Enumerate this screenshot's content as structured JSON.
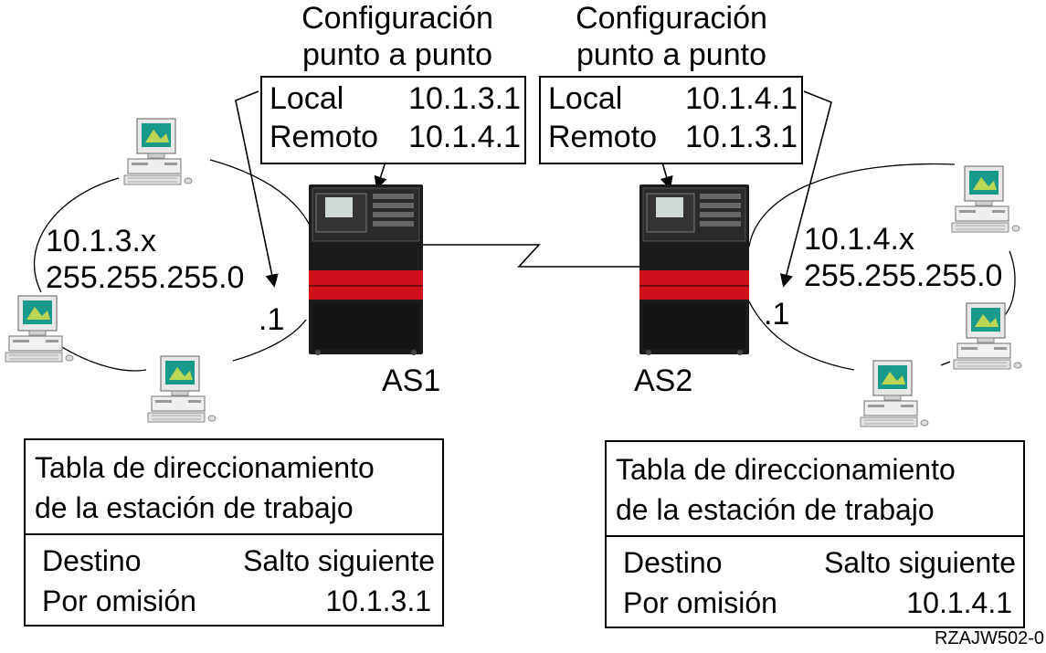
{
  "left": {
    "config_title_line1": "Configuración",
    "config_title_line2": "punto a punto",
    "local_label": "Local",
    "local_value": "10.1.3.1",
    "remote_label": "Remoto",
    "remote_value": "10.1.4.1",
    "network": "10.1.3.x",
    "mask": "255.255.255.0",
    "host_suffix": ".1",
    "server_name": "AS1",
    "table_title_line1": "Tabla de direccionamiento",
    "table_title_line2": "de la estación de trabajo",
    "col_dest": "Destino",
    "col_next": "Salto siguiente",
    "row_dest": "Por omisión",
    "row_next": "10.1.3.1"
  },
  "right": {
    "config_title_line1": "Configuración",
    "config_title_line2": "punto a punto",
    "local_label": "Local",
    "local_value": "10.1.4.1",
    "remote_label": "Remoto",
    "remote_value": "10.1.3.1",
    "network": "10.1.4.x",
    "mask": "255.255.255.0",
    "host_suffix": ".1",
    "server_name": "AS2",
    "table_title_line1": "Tabla de direccionamiento",
    "table_title_line2": "de la estación de trabajo",
    "col_dest": "Destino",
    "col_next": "Salto siguiente",
    "row_dest": "Por omisión",
    "row_next": "10.1.4.1"
  },
  "caption": "RZAJW502-0",
  "icons": {
    "server": "server-icon",
    "workstation": "workstation-icon"
  },
  "colors": {
    "server_body": "#1b1b1b",
    "server_band": "#d0101a",
    "screen": "#1a9a8a"
  }
}
